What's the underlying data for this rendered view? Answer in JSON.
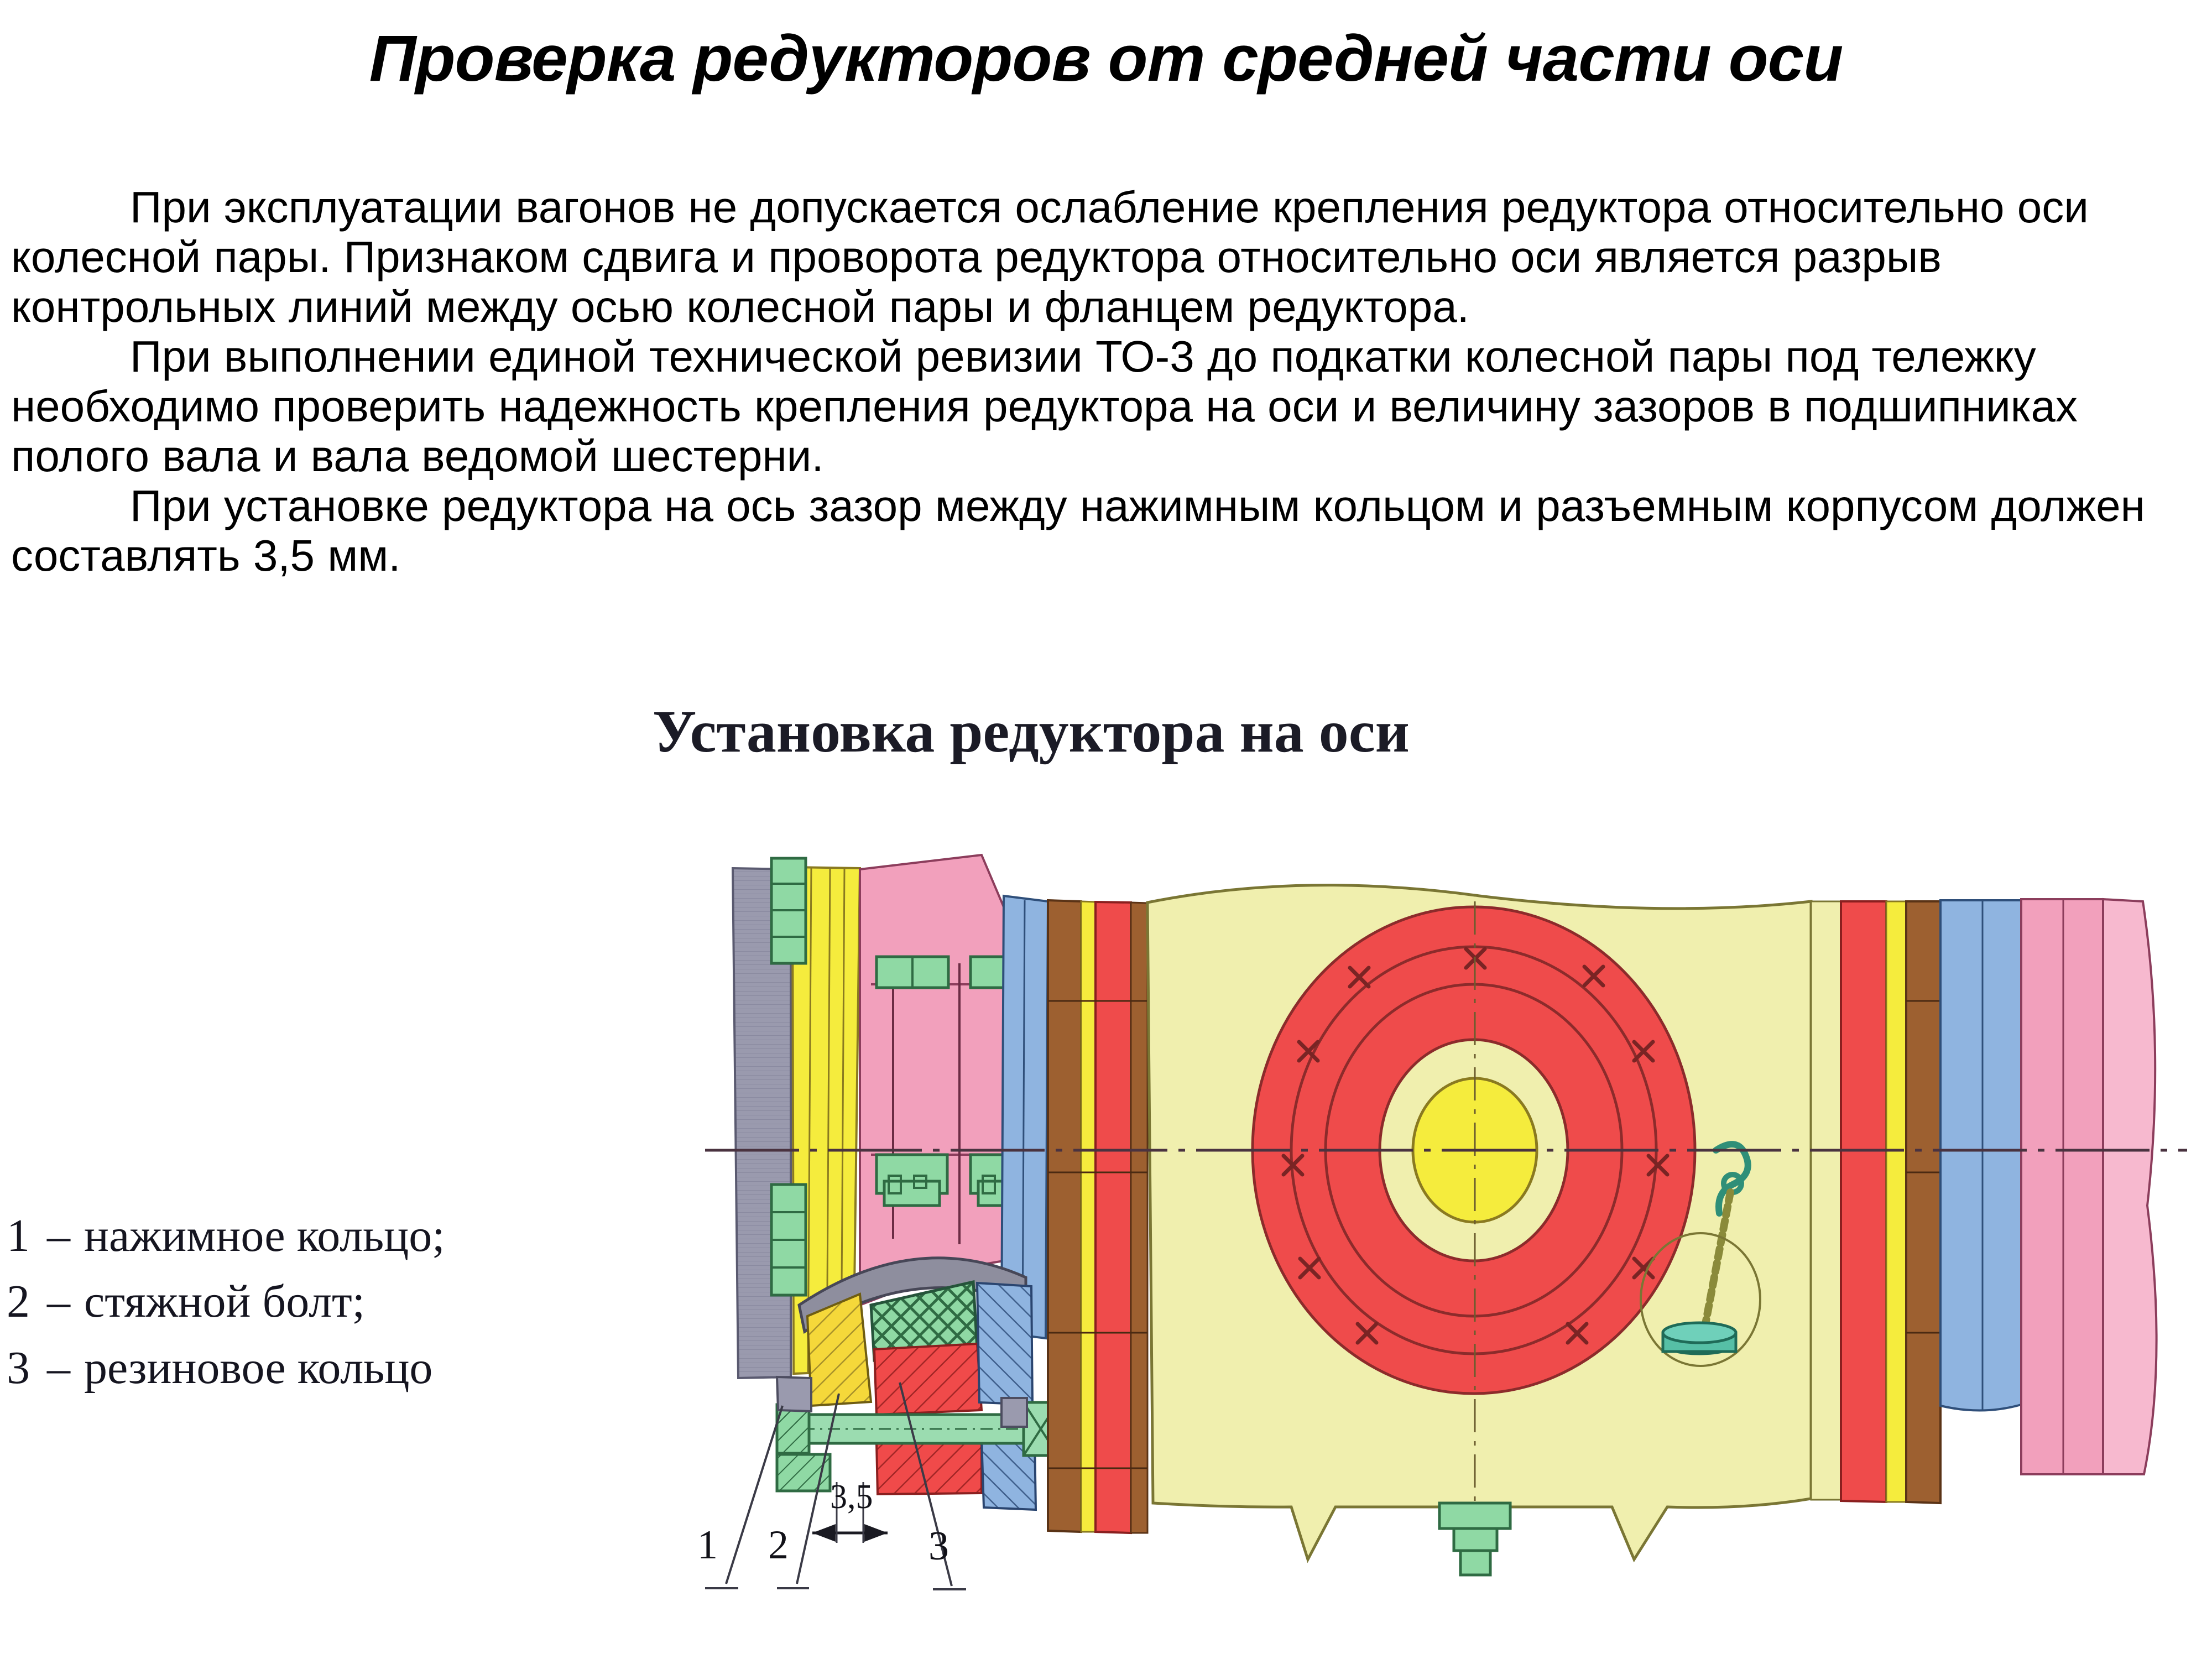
{
  "slide": {
    "title": "Проверка редукторов от средней части оси",
    "paragraphs": [
      "При эксплуатации вагонов не допускается ослабление крепления редуктора относительно оси колесной пары. Признаком сдвига и проворота редуктора относительно оси является разрыв контрольных линий между осью колесной пары и фланцем редуктора.",
      "При выполнении единой технической ревизии ТО-3 до подкатки колесной пары под тележку необходимо проверить надежность крепления редуктора на оси и величину зазоров в подшипниках полого вала и вала ведомой шестерни.",
      "При установке редуктора на ось зазор между нажимным кольцом и разъемным корпусом должен составлять 3,5 мм."
    ]
  },
  "figure": {
    "heading": "Установка редуктора на оси",
    "legend": [
      {
        "num": "1",
        "dash": "–",
        "label": "нажимное кольцо;"
      },
      {
        "num": "2",
        "dash": "–",
        "label": "стяжной болт;"
      },
      {
        "num": "3",
        "dash": "–",
        "label": "резиновое кольцо"
      }
    ],
    "callouts": [
      {
        "id": "1",
        "text": "1"
      },
      {
        "id": "2",
        "text": "2"
      },
      {
        "id": "3",
        "text": "3"
      }
    ],
    "dimension": "3,5",
    "colors": {
      "gray_flange": "#9a9aae",
      "yellow_ring": "#f5ec3d",
      "pink_body": "#f2a0bc",
      "blue_housing": "#8fb4e0",
      "brown_band": "#9d6030",
      "red_gear": "#ef4b4b",
      "pale_yellow_case": "#f0efae",
      "green_parts": "#8fd9a4",
      "teal_plug": "#56bfa6",
      "outline": "#5c3a4a"
    }
  }
}
